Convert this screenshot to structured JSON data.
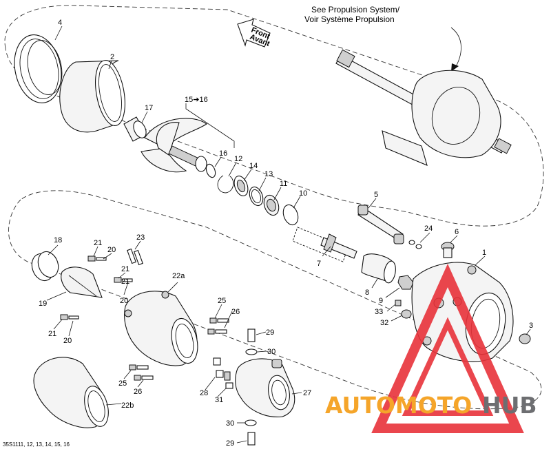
{
  "notes": {
    "propulsion_line1": "See Propulsion System/",
    "propulsion_line2": "Voir Système Propulsion",
    "front_line1": "Front",
    "front_line2": "Avant"
  },
  "labels": {
    "l4": "4",
    "l2": "2",
    "l17": "17",
    "l15_16": "15➔16",
    "l16": "16",
    "l12": "12",
    "l14": "14",
    "l13": "13",
    "l11": "11",
    "l10": "10",
    "l5": "5",
    "l24": "24",
    "l6": "6",
    "l1": "1",
    "l7": "7",
    "l8": "8",
    "l9": "9",
    "l33": "33",
    "l32": "32",
    "l3": "3",
    "l18": "18",
    "l21a": "21",
    "l20a": "20",
    "l23": "23",
    "l21b": "21",
    "l21c": "21",
    "l20b": "20",
    "l22a": "22a",
    "l19": "19",
    "l21d": "21",
    "l20c": "20",
    "l25a": "25",
    "l26a": "26",
    "l29a": "29",
    "l30a": "30",
    "l22b": "22b",
    "l25b": "25",
    "l26b": "26",
    "l28": "28",
    "l31": "31",
    "l27": "27",
    "l30b": "30",
    "l29b": "29"
  },
  "footer": {
    "code": "35S1111, 12, 13, 14, 15, 16"
  },
  "watermark": {
    "brand_part1": "AUTOMOTO",
    "brand_part2": "HUB",
    "color_red": "#e8333a",
    "color_orange": "#f5a52a",
    "color_gray": "#6d6e71"
  }
}
